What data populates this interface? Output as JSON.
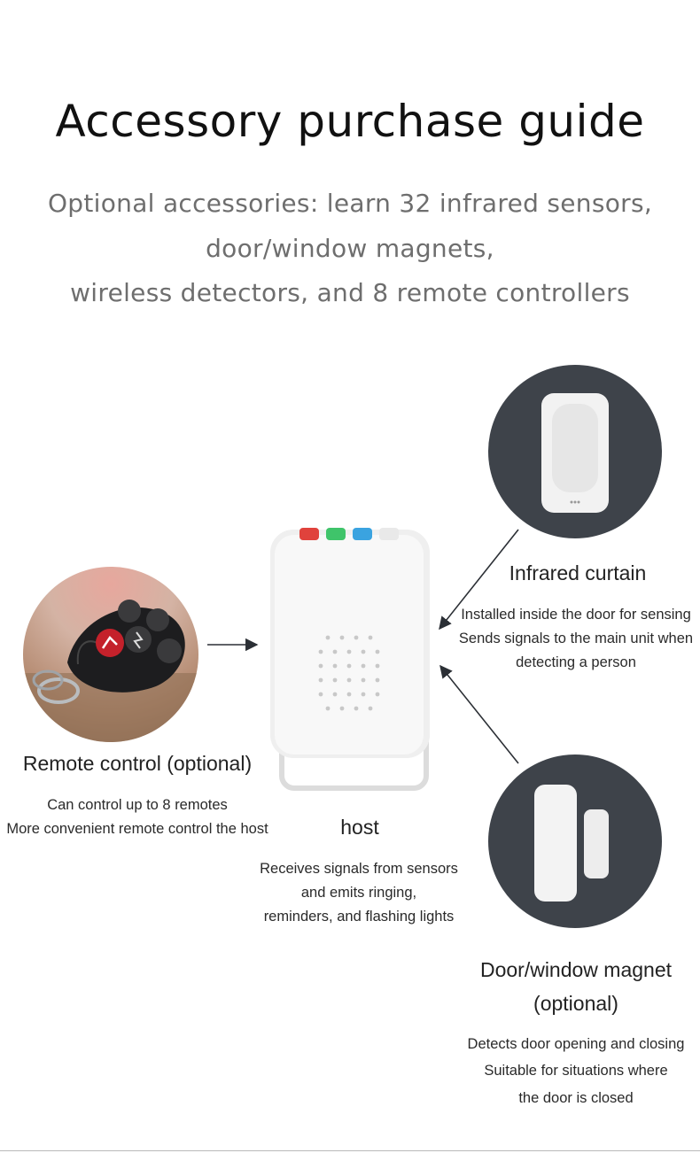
{
  "title": "Accessory purchase guide",
  "subtitle": {
    "lines": [
      "Optional accessories: learn 32 infrared sensors,",
      "door/window magnets,",
      "wireless detectors, and 8 remote controllers"
    ]
  },
  "remote": {
    "title": "Remote control (optional)",
    "lines": [
      "Can control up to 8 remotes",
      "More convenient remote control the host"
    ]
  },
  "host": {
    "title": "host",
    "lines": [
      "Receives signals from sensors",
      "and emits ringing,",
      "reminders, and flashing lights"
    ]
  },
  "infrared": {
    "title": "Infrared curtain",
    "lines": [
      "Installed inside the door for sensing",
      "Sends signals to the main unit when",
      "detecting a person"
    ]
  },
  "magnet": {
    "title_line1": "Door/window magnet",
    "title_line2": "(optional)",
    "lines": [
      "Detects door opening and closing",
      "Suitable for situations where",
      "the door is closed"
    ]
  },
  "colors": {
    "circle_bg": "#3e434a",
    "device_white": "#f4f4f4",
    "led_red": "#e0423c",
    "led_green": "#3fc46a",
    "led_blue": "#3aa3e0",
    "arrow": "#2b2f35"
  }
}
